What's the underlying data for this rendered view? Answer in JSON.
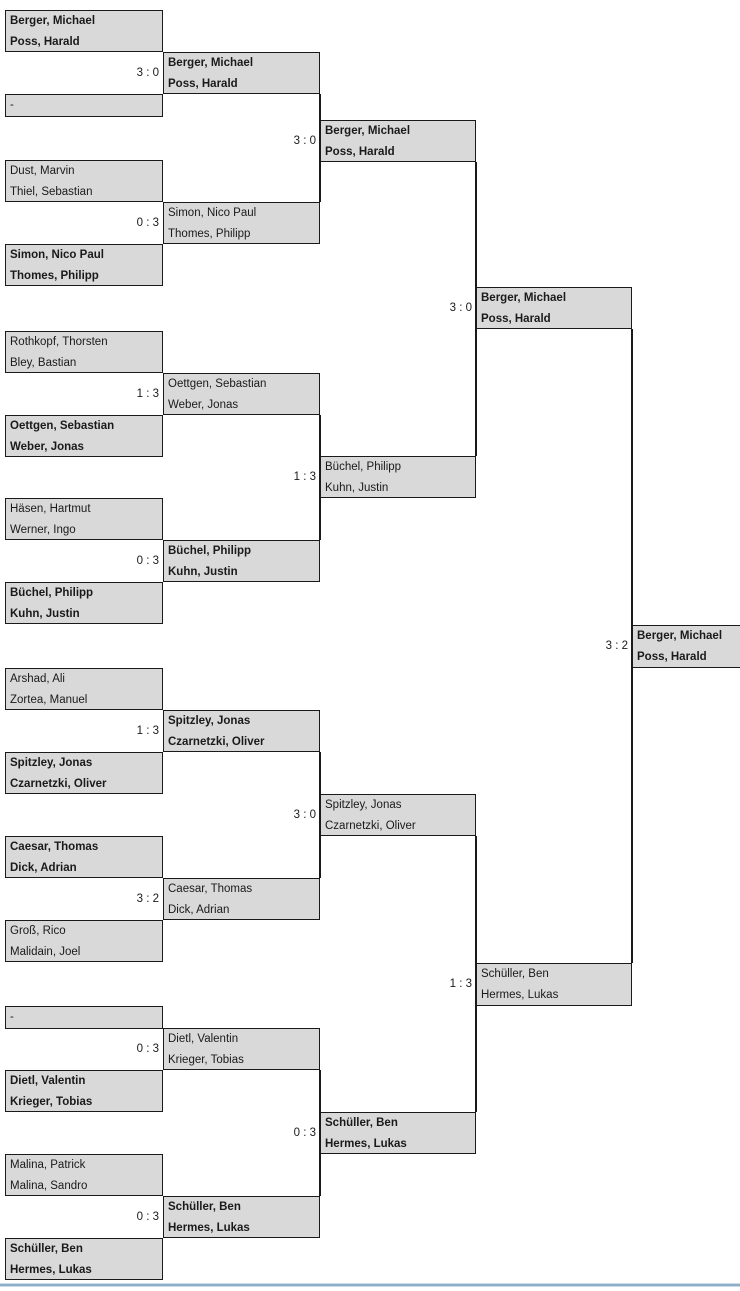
{
  "colors": {
    "box_fill": "#d9d9d9",
    "box_border": "#1a1a1a",
    "text": "#1a1a1a",
    "footer_rule": "#8fafc8"
  },
  "bracket": {
    "boxes": [
      {
        "round": 1,
        "line1": "Berger, Michael",
        "line2": "Poss, Harald",
        "winner_bold": true
      },
      {
        "round": 2,
        "line1": "Berger, Michael",
        "line2": "Poss, Harald",
        "winner_bold": true
      },
      {
        "round": 1,
        "line1": "-",
        "line2": "",
        "winner_bold": false
      },
      {
        "round": 1,
        "line1": "Dust, Marvin",
        "line2": "Thiel, Sebastian",
        "winner_bold": false
      },
      {
        "round": 2,
        "line1": "Simon, Nico Paul",
        "line2": "Thomes, Philipp",
        "winner_bold": false
      },
      {
        "round": 1,
        "line1": "Simon, Nico Paul",
        "line2": "Thomes, Philipp",
        "winner_bold": true
      },
      {
        "round": 3,
        "line1": "Berger, Michael",
        "line2": "Poss, Harald",
        "winner_bold": true
      },
      {
        "round": 1,
        "line1": "Rothkopf, Thorsten",
        "line2": "Bley, Bastian",
        "winner_bold": false
      },
      {
        "round": 2,
        "line1": "Oettgen, Sebastian",
        "line2": "Weber, Jonas",
        "winner_bold": false
      },
      {
        "round": 1,
        "line1": "Oettgen, Sebastian",
        "line2": "Weber, Jonas",
        "winner_bold": true
      },
      {
        "round": 1,
        "line1": "Häsen, Hartmut",
        "line2": "Werner, Ingo",
        "winner_bold": false
      },
      {
        "round": 2,
        "line1": "Büchel, Philipp",
        "line2": "Kuhn, Justin",
        "winner_bold": true
      },
      {
        "round": 1,
        "line1": "Büchel, Philipp",
        "line2": "Kuhn, Justin",
        "winner_bold": true
      },
      {
        "round": 3,
        "line1": "Büchel, Philipp",
        "line2": "Kuhn, Justin",
        "winner_bold": false
      },
      {
        "round": 4,
        "line1": "Berger, Michael",
        "line2": "Poss, Harald",
        "winner_bold": true
      },
      {
        "round": 1,
        "line1": "Arshad, Ali",
        "line2": "Zortea, Manuel",
        "winner_bold": false
      },
      {
        "round": 2,
        "line1": "Spitzley, Jonas",
        "line2": "Czarnetzki, Oliver",
        "winner_bold": true
      },
      {
        "round": 1,
        "line1": "Spitzley, Jonas",
        "line2": "Czarnetzki, Oliver",
        "winner_bold": true
      },
      {
        "round": 3,
        "line1": "Spitzley, Jonas",
        "line2": "Czarnetzki, Oliver",
        "winner_bold": false
      },
      {
        "round": 1,
        "line1": "Caesar, Thomas",
        "line2": "Dick, Adrian",
        "winner_bold": true
      },
      {
        "round": 2,
        "line1": "Caesar, Thomas",
        "line2": "Dick, Adrian",
        "winner_bold": false
      },
      {
        "round": 1,
        "line1": "Groß, Rico",
        "line2": "Malidain, Joel",
        "winner_bold": false
      },
      {
        "round": 1,
        "line1": "-",
        "line2": "",
        "winner_bold": false
      },
      {
        "round": 2,
        "line1": "Dietl, Valentin",
        "line2": "Krieger, Tobias",
        "winner_bold": false
      },
      {
        "round": 1,
        "line1": "Dietl, Valentin",
        "line2": "Krieger, Tobias",
        "winner_bold": true
      },
      {
        "round": 3,
        "line1": "Schüller, Ben",
        "line2": "Hermes, Lukas",
        "winner_bold": true
      },
      {
        "round": 1,
        "line1": "Malina, Patrick",
        "line2": "Malina, Sandro",
        "winner_bold": false
      },
      {
        "round": 2,
        "line1": "Schüller, Ben",
        "line2": "Hermes, Lukas",
        "winner_bold": true
      },
      {
        "round": 1,
        "line1": "Schüller, Ben",
        "line2": "Hermes, Lukas",
        "winner_bold": true
      },
      {
        "round": 4,
        "line1": "Schüller, Ben",
        "line2": "Hermes, Lukas",
        "winner_bold": false
      },
      {
        "round": 5,
        "line1": "Berger, Michael",
        "line2": "Poss, Harald",
        "winner_bold": true
      }
    ],
    "scores": [
      {
        "value": "3 : 0"
      },
      {
        "value": "0 : 3"
      },
      {
        "value": "3 : 0"
      },
      {
        "value": "1 : 3"
      },
      {
        "value": "0 : 3"
      },
      {
        "value": "1 : 3"
      },
      {
        "value": "3 : 0"
      },
      {
        "value": "1 : 3"
      },
      {
        "value": "3 : 2"
      },
      {
        "value": "3 : 0"
      },
      {
        "value": "0 : 3"
      },
      {
        "value": "0 : 3"
      },
      {
        "value": "0 : 3"
      },
      {
        "value": "1 : 3"
      },
      {
        "value": "3 : 2"
      }
    ]
  }
}
